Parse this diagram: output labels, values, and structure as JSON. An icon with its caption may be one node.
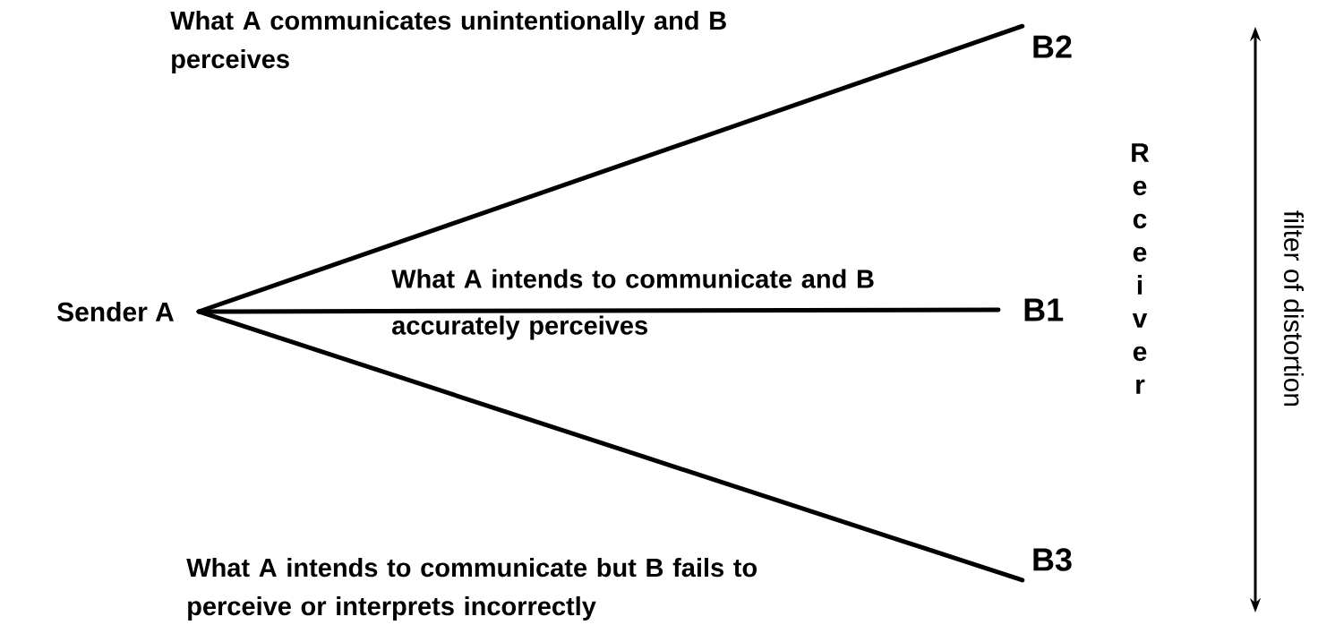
{
  "diagram": {
    "nodes": [
      {
        "text": [
          "Sender A"
        ]
      },
      {
        "text": [
          "B2"
        ]
      },
      {
        "text": [
          "B1"
        ]
      },
      {
        "text": [
          "B3"
        ]
      }
    ],
    "edges": [
      {
        "from": 0,
        "to": 1,
        "arrow": "none"
      },
      {
        "from": 0,
        "to": 2,
        "arrow": "none"
      },
      {
        "from": 0,
        "to": 3,
        "arrow": "none"
      }
    ],
    "labels": [
      "What A communicates unintentionally and B perceives",
      "What A intends to communicate and B accurately perceives",
      "Receiver",
      "filter of distortion",
      "What A intends to communicate but B fails to perceive or interprets incorrectly"
    ]
  }
}
